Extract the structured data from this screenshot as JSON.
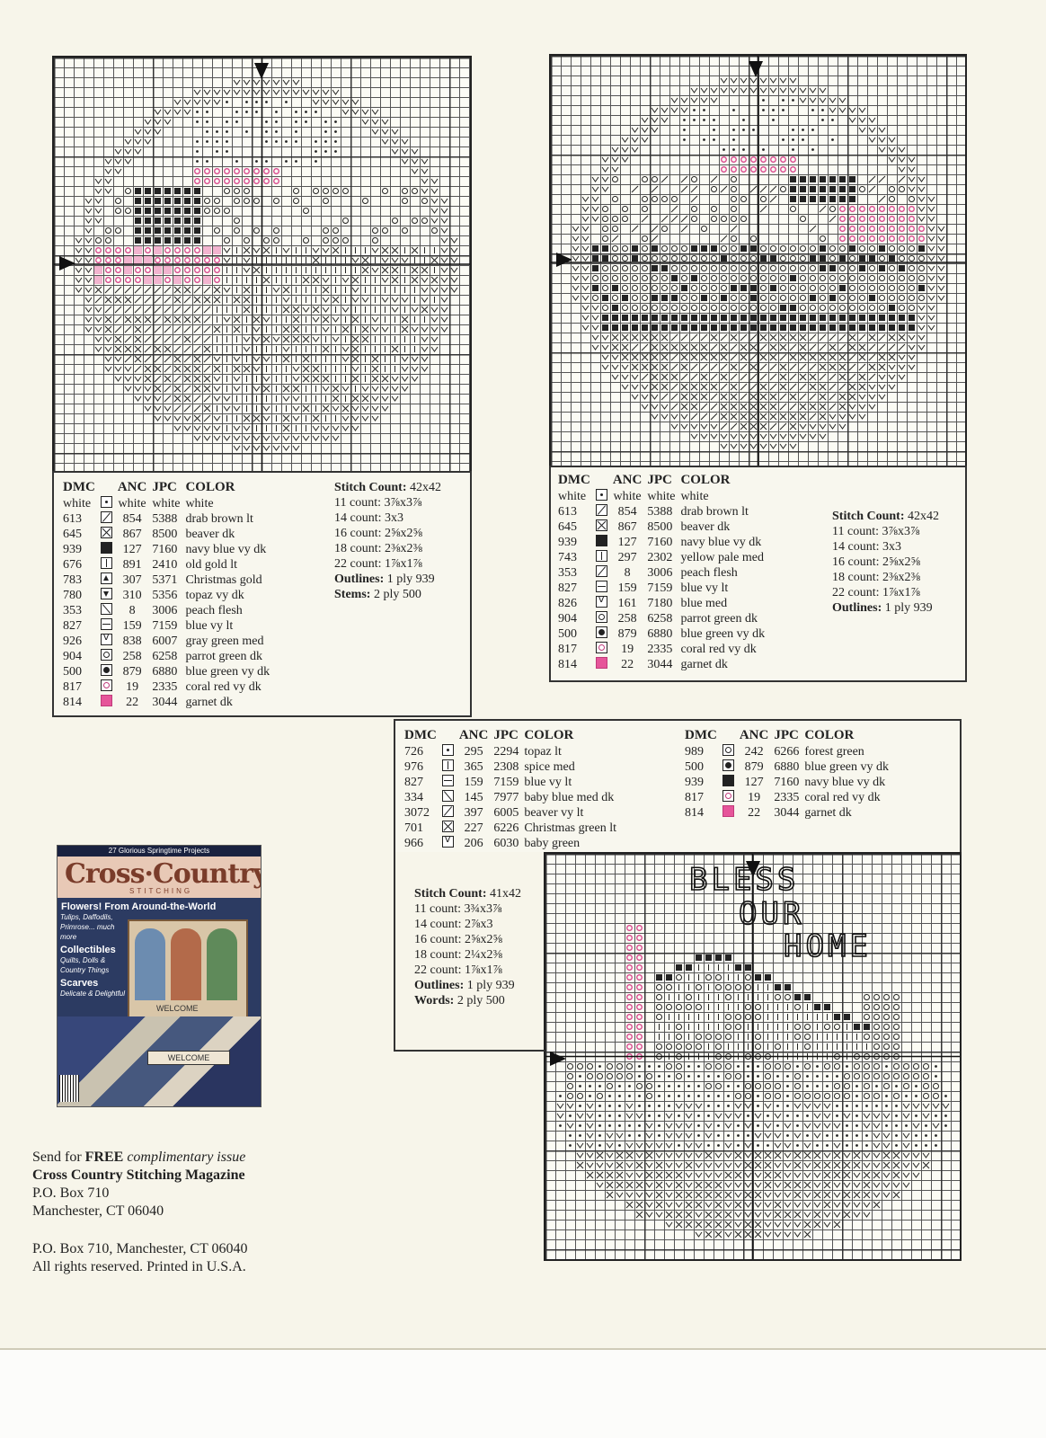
{
  "key1": {
    "headers": [
      "DMC",
      "",
      "ANC",
      "JPC",
      "COLOR"
    ],
    "rows": [
      {
        "dmc": "white",
        "sym": "dot",
        "anc": "white",
        "jpc": "white",
        "color": "white"
      },
      {
        "dmc": "613",
        "sym": "slash",
        "anc": "854",
        "jpc": "5388",
        "color": "drab brown lt"
      },
      {
        "dmc": "645",
        "sym": "x",
        "anc": "867",
        "jpc": "8500",
        "color": "beaver dk"
      },
      {
        "dmc": "939",
        "sym": "dark",
        "anc": "127",
        "jpc": "7160",
        "color": "navy blue vy dk"
      },
      {
        "dmc": "676",
        "sym": "vbar",
        "anc": "891",
        "jpc": "2410",
        "color": "old gold lt"
      },
      {
        "dmc": "783",
        "sym": "tri",
        "anc": "307",
        "jpc": "5371",
        "color": "Christmas gold"
      },
      {
        "dmc": "780",
        "sym": "dtri",
        "anc": "310",
        "jpc": "5356",
        "color": "topaz vy dk"
      },
      {
        "dmc": "353",
        "sym": "bslash",
        "anc": "8",
        "jpc": "3006",
        "color": "peach flesh"
      },
      {
        "dmc": "827",
        "sym": "bar",
        "anc": "159",
        "jpc": "7159",
        "color": "blue vy lt"
      },
      {
        "dmc": "926",
        "sym": "vee",
        "anc": "838",
        "jpc": "6007",
        "color": "gray green med"
      },
      {
        "dmc": "904",
        "sym": "circ",
        "anc": "258",
        "jpc": "6258",
        "color": "parrot green dk"
      },
      {
        "dmc": "500",
        "sym": "bdot",
        "anc": "879",
        "jpc": "6880",
        "color": "blue green vy dk"
      },
      {
        "dmc": "817",
        "sym": "ring",
        "anc": "19",
        "jpc": "2335",
        "color": "coral red vy dk"
      },
      {
        "dmc": "814",
        "sym": "pink",
        "anc": "22",
        "jpc": "3044",
        "color": "garnet dk"
      }
    ],
    "stitch": {
      "title": "Stitch Count:",
      "title_val": "42x42",
      "lines": [
        {
          "label": "11 count:",
          "val": "3⅞x3⅞"
        },
        {
          "label": "14 count:",
          "val": "3x3"
        },
        {
          "label": "16 count:",
          "val": "2⅝x2⅝"
        },
        {
          "label": "18 count:",
          "val": "2⅜x2⅜"
        },
        {
          "label": "22 count:",
          "val": "1⅞x1⅞"
        },
        {
          "label": "Outlines:",
          "val": "1 ply 939",
          "bold": true
        },
        {
          "label": "Stems:",
          "val": "2 ply 500",
          "bold": true
        }
      ]
    }
  },
  "key2": {
    "headers": [
      "DMC",
      "",
      "ANC",
      "JPC",
      "COLOR"
    ],
    "rows": [
      {
        "dmc": "white",
        "sym": "dot",
        "anc": "white",
        "jpc": "white",
        "color": "white"
      },
      {
        "dmc": "613",
        "sym": "slash",
        "anc": "854",
        "jpc": "5388",
        "color": "drab brown lt"
      },
      {
        "dmc": "645",
        "sym": "x",
        "anc": "867",
        "jpc": "8500",
        "color": "beaver dk"
      },
      {
        "dmc": "939",
        "sym": "dark",
        "anc": "127",
        "jpc": "7160",
        "color": "navy blue vy dk"
      },
      {
        "dmc": "743",
        "sym": "vbar",
        "anc": "297",
        "jpc": "2302",
        "color": "yellow pale med"
      },
      {
        "dmc": "353",
        "sym": "slash",
        "anc": "8",
        "jpc": "3006",
        "color": "peach flesh"
      },
      {
        "dmc": "827",
        "sym": "bar",
        "anc": "159",
        "jpc": "7159",
        "color": "blue vy lt"
      },
      {
        "dmc": "826",
        "sym": "vee",
        "anc": "161",
        "jpc": "7180",
        "color": "blue med"
      },
      {
        "dmc": "904",
        "sym": "circ",
        "anc": "258",
        "jpc": "6258",
        "color": "parrot green dk"
      },
      {
        "dmc": "500",
        "sym": "bdot",
        "anc": "879",
        "jpc": "6880",
        "color": "blue green vy dk"
      },
      {
        "dmc": "817",
        "sym": "ring",
        "anc": "19",
        "jpc": "2335",
        "color": "coral red vy dk"
      },
      {
        "dmc": "814",
        "sym": "pink",
        "anc": "22",
        "jpc": "3044",
        "color": "garnet dk"
      }
    ],
    "stitch": {
      "title": "Stitch Count:",
      "title_val": "42x42",
      "lines": [
        {
          "label": "11 count:",
          "val": "3⅞x3⅞"
        },
        {
          "label": "14 count:",
          "val": "3x3"
        },
        {
          "label": "16 count:",
          "val": "2⅝x2⅝"
        },
        {
          "label": "18 count:",
          "val": "2⅜x2⅜"
        },
        {
          "label": "22 count:",
          "val": "1⅞x1⅞"
        },
        {
          "label": "Outlines:",
          "val": "1 ply 939",
          "bold": true
        }
      ]
    }
  },
  "key3": {
    "headers": [
      "DMC",
      "",
      "ANC",
      "JPC",
      "COLOR"
    ],
    "left_rows": [
      {
        "dmc": "726",
        "sym": "dot",
        "anc": "295",
        "jpc": "2294",
        "color": "topaz lt"
      },
      {
        "dmc": "976",
        "sym": "vbar",
        "anc": "365",
        "jpc": "2308",
        "color": "spice med"
      },
      {
        "dmc": "827",
        "sym": "bar",
        "anc": "159",
        "jpc": "7159",
        "color": "blue vy lt"
      },
      {
        "dmc": "334",
        "sym": "bslash",
        "anc": "145",
        "jpc": "7977",
        "color": "baby blue med dk"
      },
      {
        "dmc": "3072",
        "sym": "slash",
        "anc": "397",
        "jpc": "6005",
        "color": "beaver vy lt"
      },
      {
        "dmc": "701",
        "sym": "x",
        "anc": "227",
        "jpc": "6226",
        "color": "Christmas green lt"
      },
      {
        "dmc": "966",
        "sym": "vee",
        "anc": "206",
        "jpc": "6030",
        "color": "baby green"
      }
    ],
    "right_rows": [
      {
        "dmc": "989",
        "sym": "circ",
        "anc": "242",
        "jpc": "6266",
        "color": "forest green"
      },
      {
        "dmc": "500",
        "sym": "bdot",
        "anc": "879",
        "jpc": "6880",
        "color": "blue green vy dk"
      },
      {
        "dmc": "939",
        "sym": "dark",
        "anc": "127",
        "jpc": "7160",
        "color": "navy blue vy dk"
      },
      {
        "dmc": "817",
        "sym": "ring",
        "anc": "19",
        "jpc": "2335",
        "color": "coral red vy dk"
      },
      {
        "dmc": "814",
        "sym": "pink",
        "anc": "22",
        "jpc": "3044",
        "color": "garnet dk"
      }
    ],
    "stitch": {
      "title": "Stitch Count:",
      "title_val": "41x42",
      "lines": [
        {
          "label": "11 count:",
          "val": "3¾x3⅞"
        },
        {
          "label": "14 count:",
          "val": "2⅞x3"
        },
        {
          "label": "16 count:",
          "val": "2⅝x2⅝"
        },
        {
          "label": "18 count:",
          "val": "2¼x2⅜"
        },
        {
          "label": "22 count:",
          "val": "1⅞x1⅞"
        },
        {
          "label": "Outlines:",
          "val": "1 ply 939",
          "bold": true
        },
        {
          "label": "Words:",
          "val": "2 ply 500",
          "bold": true
        }
      ]
    }
  },
  "chart3_words": [
    "BLESS",
    "OUR",
    "HOME"
  ],
  "cover": {
    "top": "27 Glorious Springtime Projects",
    "masthead": "Cross·Country",
    "sub": "STITCHING",
    "headline": "Flowers! From Around-the-World",
    "headline_sub": "Tulips, Daffodils, Primrose... much more",
    "coll": "Collectibles",
    "coll_sub": "Quilts, Dolls & Country Things",
    "scarves": "Scarves",
    "scarves_sub": "Delicate & Delightful",
    "pic_sign": "WELCOME",
    "quilt_sign": "WELCOME"
  },
  "address": {
    "line1_pre": "Send for ",
    "line1_bold": "FREE",
    "line1_italic": " complimentary issue",
    "line2": "Cross Country Stitching Magazine",
    "line3": "P.O. Box 710",
    "line4": "Manchester, CT 06040"
  },
  "footer": {
    "line1": "P.O. Box 710, Manchester, CT 06040",
    "line2": "All rights reserved. Printed in U.S.A."
  },
  "colors": {
    "pink": "#e6559a",
    "ink": "#222222",
    "paper": "#f7f5ea"
  }
}
